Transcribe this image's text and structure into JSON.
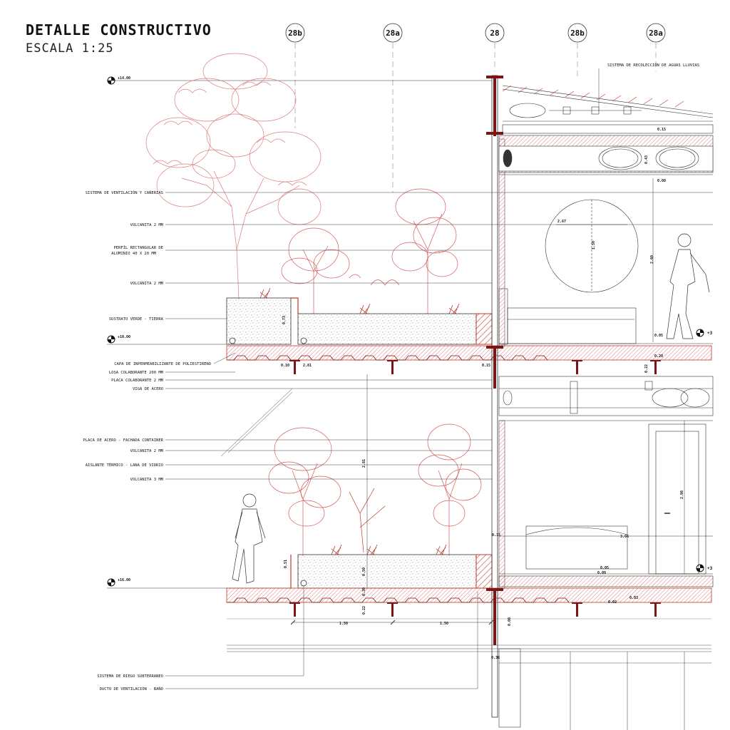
{
  "header": {
    "title": "DETALLE CONSTRUCTIVO",
    "scale": "ESCALA 1:25"
  },
  "grid_axes": [
    "28b",
    "28a",
    "28",
    "28b",
    "28a"
  ],
  "levels": {
    "top": "+14.00",
    "middle": "+10.00",
    "bottom": "+16.00",
    "right_upper": "+3",
    "right_lower": "+3"
  },
  "annotations_left": [
    "SISTEMA DE VENTILACIÓN Y CAÑERIAS",
    "VOLCANITA 2 MM",
    "PERFÍL RECTANGULAR DE",
    "ALUMINIO 40 X 20 MM",
    "VOLCANITA 2 MM",
    "SUSTRATO VERDE - TIERRA",
    "CAPA DE INPERMEABILIZANTE DE POLIESTIRENO",
    "LOSA COLABORANTE 200 MM",
    "PLACA COLABORANTE 2 MM",
    "VIGA DE ACERO",
    "PLACA DE ACERO - FACHADA CONTAINER",
    "VOLCANITA 2 MM",
    "AISLANTE TÉRMICO - LANA DE VIDRIO",
    "VOLCANITA 3 MM",
    "SISTEMA DE RIEGO SUBTERRANEO",
    "DUCTO DE VENTILACIÓN - BAÑO"
  ],
  "annotation_top_right": "SISTEMA DE RECOLECCIÓN DE AGUAS LLUVIAS",
  "dimensions": {
    "d_015_top": "0.15",
    "d_043": "0.43",
    "d_008": "0.08",
    "d_267": "2.67",
    "d_150_circle": "1.50",
    "d_260": "2.60",
    "d_005_a": "0.05",
    "d_020": "0.20",
    "d_022_a": "0.22",
    "d_073": "0.73",
    "d_010": "0.10",
    "d_281_a": "2.81",
    "d_015_mid": "0.15",
    "d_281_b": "2.81",
    "d_296": "2.96",
    "d_015_low": "0.15",
    "d_366": "3.66",
    "d_051": "0.51",
    "d_050": "0.50",
    "d_030": "0.30",
    "d_022_b": "0.22",
    "d_005_b": "0.05",
    "d_009": "0.09",
    "d_003": "0.03",
    "d_002": "0.02",
    "d_150_a": "1.50",
    "d_150_b": "1.50",
    "d_008_low": "0.08",
    "d_036": "0.36"
  },
  "colors": {
    "ink": "#1a1a1a",
    "red": "#c0392b",
    "pink": "#e07a7a",
    "steel": "#7a1616",
    "gray": "#888888"
  }
}
